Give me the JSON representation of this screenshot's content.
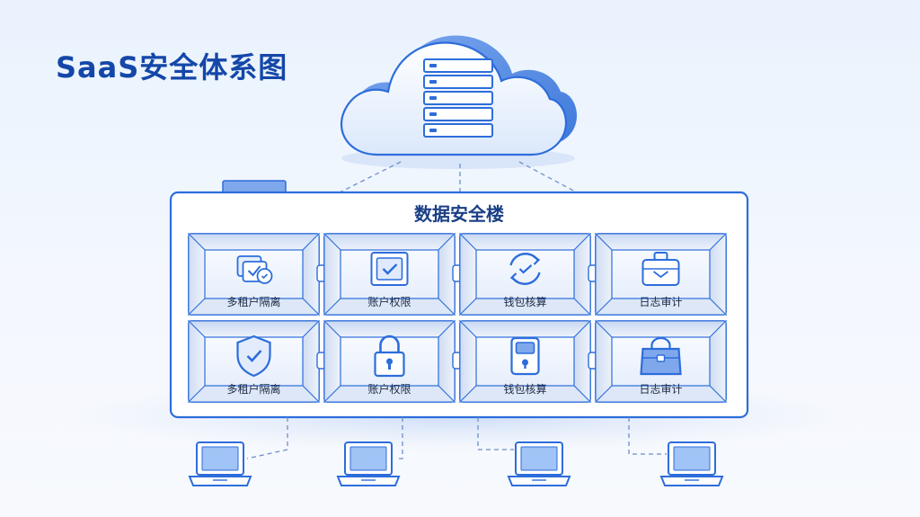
{
  "page": {
    "title": "SaaS安全体系图"
  },
  "diagram": {
    "building_title": "数据安全楼",
    "rooms": [
      {
        "label": "多租户隔离",
        "icon": "stacked-layers-check-icon"
      },
      {
        "label": "账户权限",
        "icon": "checkbox-window-icon"
      },
      {
        "label": "钱包核算",
        "icon": "circular-sync-check-icon"
      },
      {
        "label": "日志审计",
        "icon": "briefcase-envelope-icon"
      },
      {
        "label": "多租户隔离",
        "icon": "shield-check-icon"
      },
      {
        "label": "账户权限",
        "icon": "padlock-icon"
      },
      {
        "label": "钱包核算",
        "icon": "wallet-card-icon"
      },
      {
        "label": "日志审计",
        "icon": "handbag-icon"
      }
    ],
    "clients_count": 4,
    "colors": {
      "primary": "#2d6ddb",
      "title": "#1447a8",
      "line": "#6d8fca",
      "panel": "#ffffff",
      "screen": "#9fc4f5"
    }
  }
}
